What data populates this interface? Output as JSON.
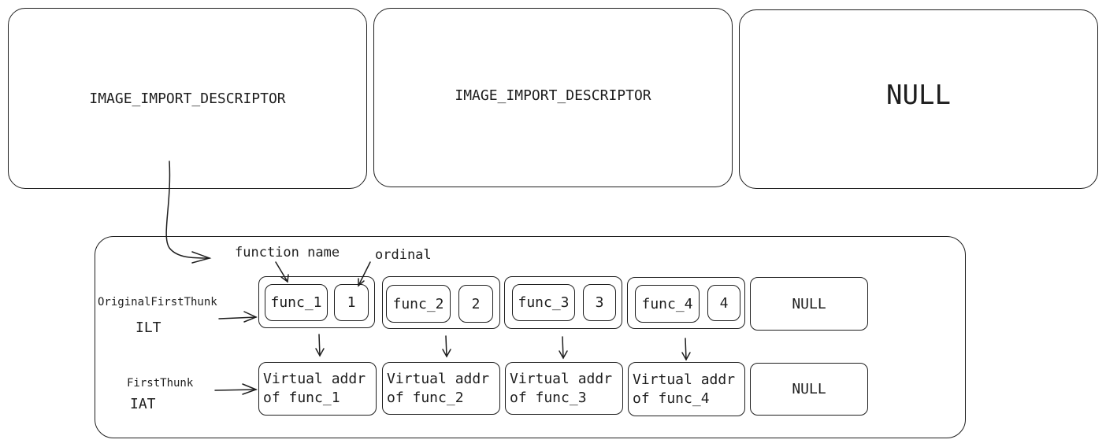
{
  "descriptors": [
    "IMAGE_IMPORT_DESCRIPTOR",
    "IMAGE_IMPORT_DESCRIPTOR",
    "NULL"
  ],
  "labels": {
    "original_first_thunk": "OriginalFirstThunk",
    "ilt": "ILT",
    "first_thunk": "FirstThunk",
    "iat": "IAT",
    "function_name": "function name",
    "ordinal": "ordinal"
  },
  "ilt_entries": [
    {
      "name": "func_1",
      "ordinal": "1"
    },
    {
      "name": "func_2",
      "ordinal": "2"
    },
    {
      "name": "func_3",
      "ordinal": "3"
    },
    {
      "name": "func_4",
      "ordinal": "4"
    }
  ],
  "ilt_null": "NULL",
  "iat_entries": [
    {
      "line1": "Virtual addr",
      "line2": "of func_1"
    },
    {
      "line1": "Virtual addr",
      "line2": "of func_2"
    },
    {
      "line1": "Virtual addr",
      "line2": "of func_3"
    },
    {
      "line1": "Virtual addr",
      "line2": "of func_4"
    }
  ],
  "iat_null": "NULL"
}
